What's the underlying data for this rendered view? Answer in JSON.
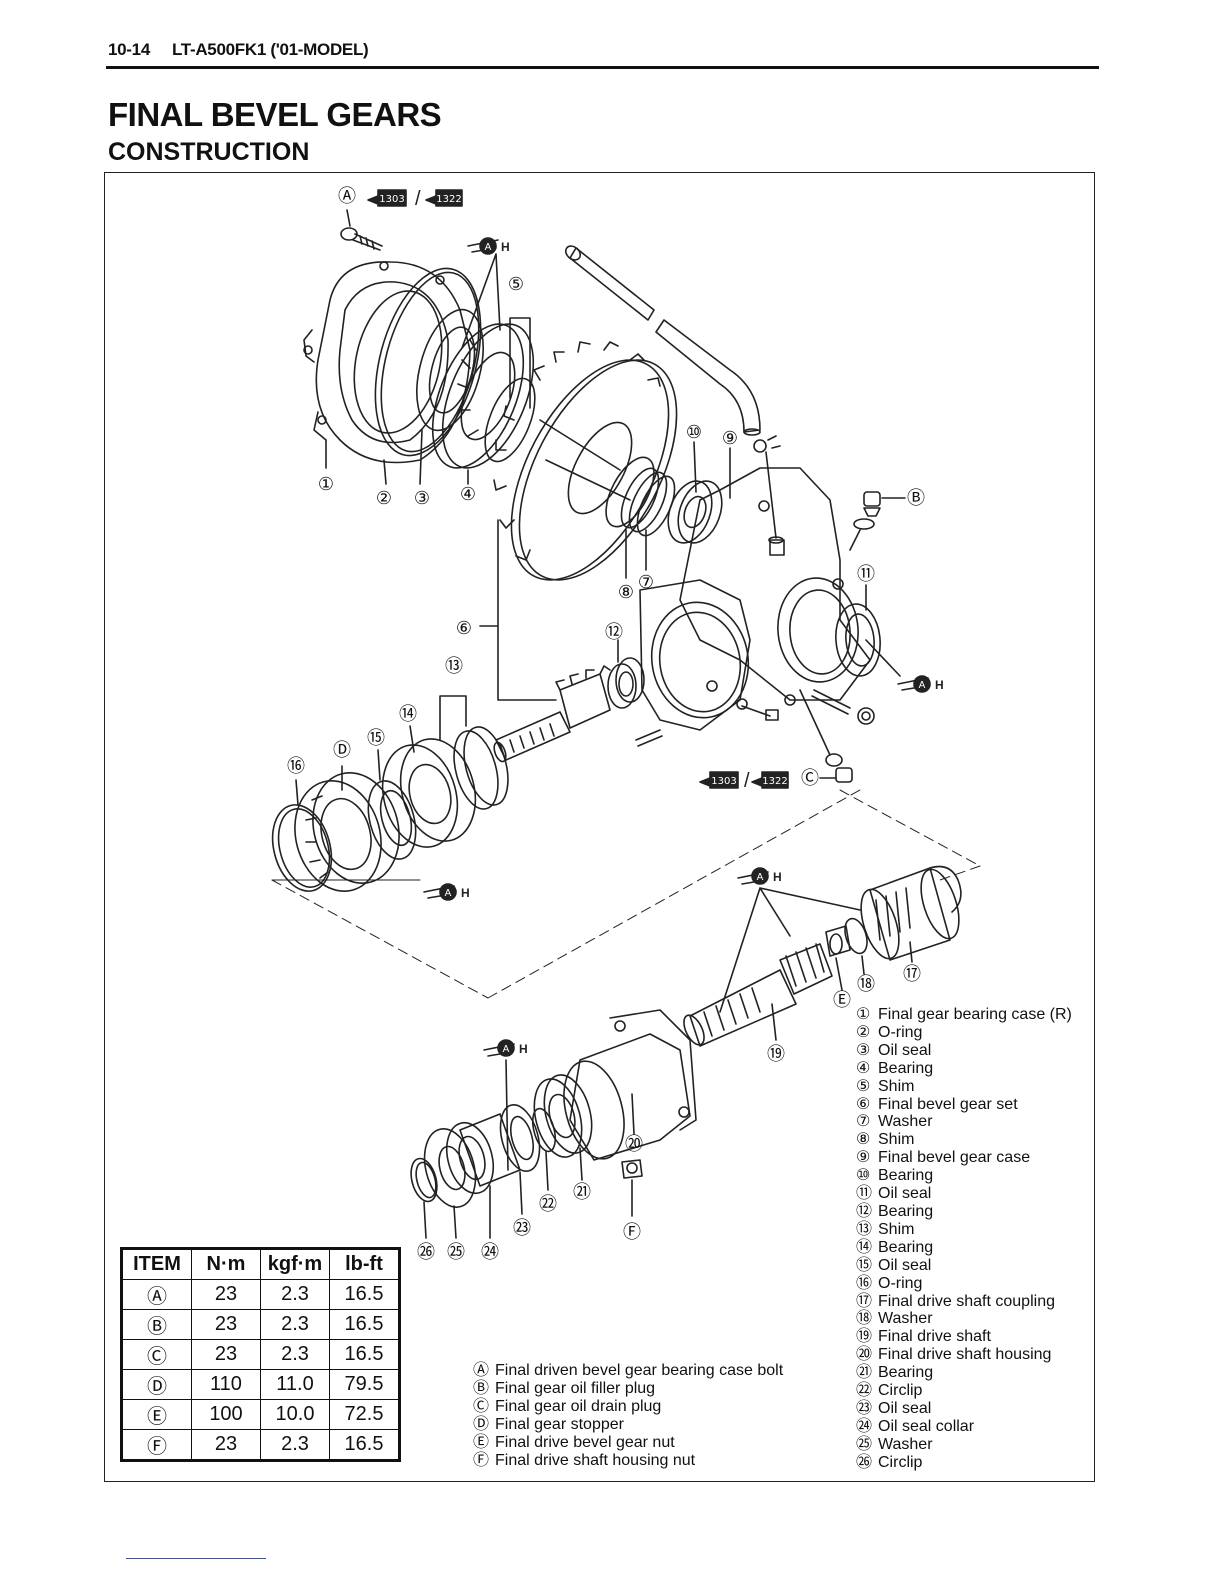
{
  "header": {
    "page_number": "10-14",
    "model": "LT-A500FK1 ('01-MODEL)"
  },
  "title": "FINAL BEVEL GEARS",
  "subtitle": "CONSTRUCTION",
  "callouts": {
    "n1": "①",
    "n2": "②",
    "n3": "③",
    "n4": "④",
    "n5": "⑤",
    "n6": "⑥",
    "n7": "⑦",
    "n8": "⑧",
    "n9": "⑨",
    "n10": "⑩",
    "n11": "⑪",
    "n12": "⑫",
    "n13": "⑬",
    "n14": "⑭",
    "n15": "⑮",
    "n16": "⑯",
    "n17": "⑰",
    "n18": "⑱",
    "n19": "⑲",
    "n20": "⑳",
    "n21": "㉑",
    "n22": "㉒",
    "n23": "㉓",
    "n24": "㉔",
    "n25": "㉕",
    "n26": "㉖",
    "A": "Ⓐ",
    "B": "Ⓑ",
    "C": "Ⓒ",
    "D": "Ⓓ",
    "E": "Ⓔ",
    "F": "Ⓕ"
  },
  "icons": {
    "threadlock_1": "1303",
    "threadlock_2": "1322",
    "grease": "A",
    "grease_suffix": "H",
    "slash": "/"
  },
  "parts": [
    {
      "num": "①",
      "name": "Final gear bearing case (R)"
    },
    {
      "num": "②",
      "name": "O-ring"
    },
    {
      "num": "③",
      "name": "Oil seal"
    },
    {
      "num": "④",
      "name": "Bearing"
    },
    {
      "num": "⑤",
      "name": "Shim"
    },
    {
      "num": "⑥",
      "name": "Final bevel gear set"
    },
    {
      "num": "⑦",
      "name": "Washer"
    },
    {
      "num": "⑧",
      "name": "Shim"
    },
    {
      "num": "⑨",
      "name": "Final bevel gear case"
    },
    {
      "num": "⑩",
      "name": "Bearing"
    },
    {
      "num": "⑪",
      "name": "Oil seal"
    },
    {
      "num": "⑫",
      "name": "Bearing"
    },
    {
      "num": "⑬",
      "name": "Shim"
    },
    {
      "num": "⑭",
      "name": "Bearing"
    },
    {
      "num": "⑮",
      "name": "Oil seal"
    },
    {
      "num": "⑯",
      "name": "O-ring"
    },
    {
      "num": "⑰",
      "name": "Final drive shaft coupling"
    },
    {
      "num": "⑱",
      "name": "Washer"
    },
    {
      "num": "⑲",
      "name": "Final drive shaft"
    },
    {
      "num": "⑳",
      "name": "Final drive shaft housing"
    },
    {
      "num": "㉑",
      "name": "Bearing"
    },
    {
      "num": "㉒",
      "name": "Circlip"
    },
    {
      "num": "㉓",
      "name": "Oil seal"
    },
    {
      "num": "㉔",
      "name": "Oil seal collar"
    },
    {
      "num": "㉕",
      "name": "Washer"
    },
    {
      "num": "㉖",
      "name": "Circlip"
    }
  ],
  "fasteners": [
    {
      "letter": "Ⓐ",
      "name": "Final driven bevel gear bearing case bolt"
    },
    {
      "letter": "Ⓑ",
      "name": "Final gear oil filler plug"
    },
    {
      "letter": "Ⓒ",
      "name": "Final gear oil drain plug"
    },
    {
      "letter": "Ⓓ",
      "name": "Final gear stopper"
    },
    {
      "letter": "Ⓔ",
      "name": "Final drive bevel gear nut"
    },
    {
      "letter": "Ⓕ",
      "name": "Final drive shaft housing nut"
    }
  ],
  "torque_table": {
    "headers": [
      "ITEM",
      "N·m",
      "kgf·m",
      "lb-ft"
    ],
    "rows": [
      [
        "Ⓐ",
        "23",
        "2.3",
        "16.5"
      ],
      [
        "Ⓑ",
        "23",
        "2.3",
        "16.5"
      ],
      [
        "Ⓒ",
        "23",
        "2.3",
        "16.5"
      ],
      [
        "Ⓓ",
        "110",
        "11.0",
        "79.5"
      ],
      [
        "Ⓔ",
        "100",
        "10.0",
        "72.5"
      ],
      [
        "Ⓕ",
        "23",
        "2.3",
        "16.5"
      ]
    ]
  }
}
